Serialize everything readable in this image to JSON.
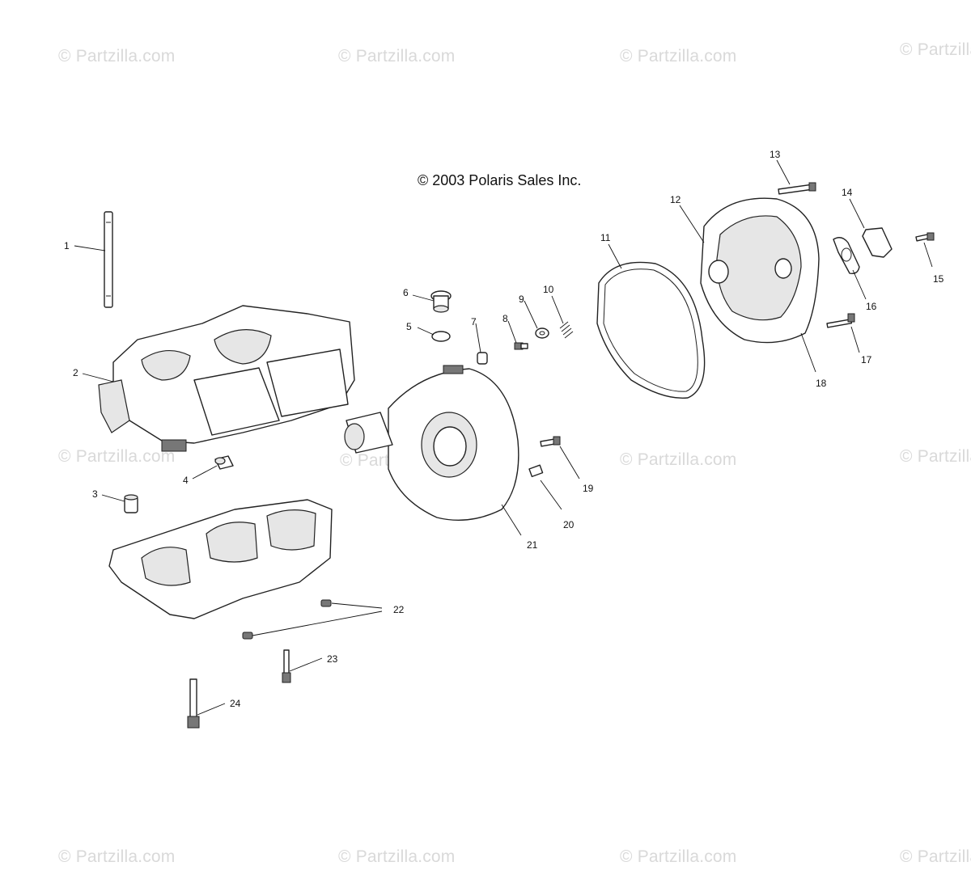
{
  "copyright": "© 2003 Polaris Sales Inc.",
  "watermark": "© Partzilla.com",
  "callouts": [
    "1",
    "2",
    "3",
    "4",
    "5",
    "6",
    "7",
    "8",
    "9",
    "10",
    "11",
    "12",
    "13",
    "14",
    "15",
    "16",
    "17",
    "18",
    "19",
    "20",
    "21",
    "22",
    "23",
    "24"
  ]
}
